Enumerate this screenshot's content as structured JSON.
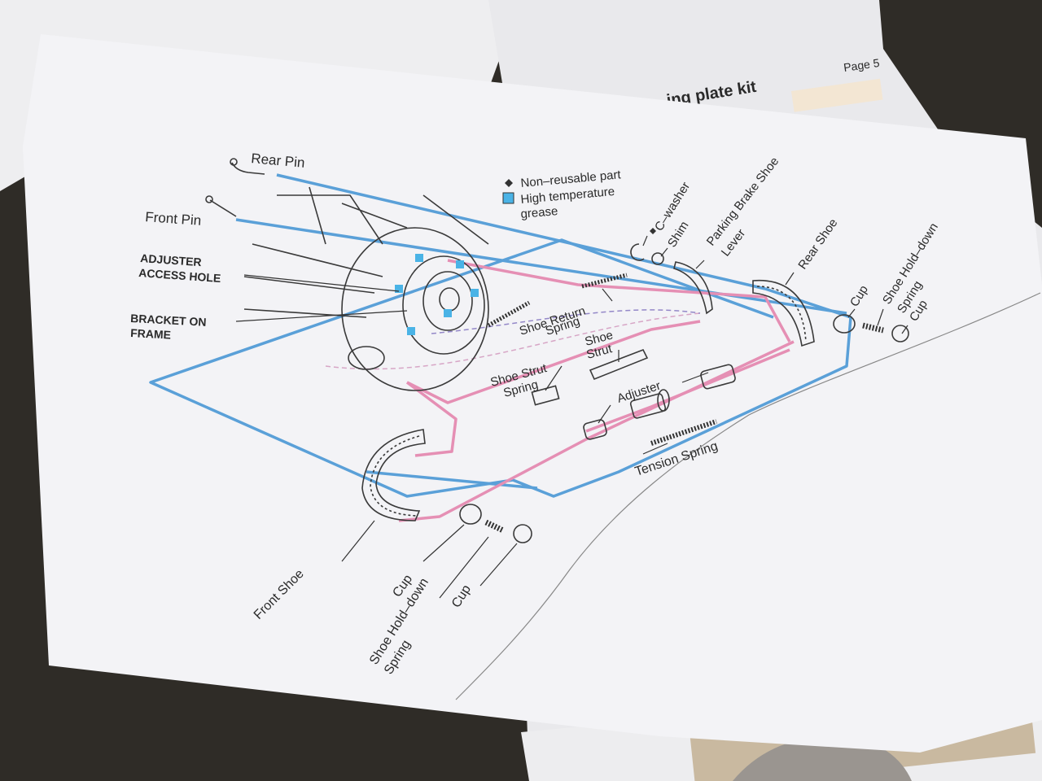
{
  "background_page": {
    "page_number": "Page 5",
    "title_fragment": "ing plate kit"
  },
  "legend": {
    "non_reusable": "Non–reusable part",
    "grease_line1": "High temperature",
    "grease_line2": "grease",
    "colors": {
      "blue": "#5aa0d8",
      "pink": "#e58fb4",
      "grease": "#4ab3e6"
    }
  },
  "labels": {
    "rear_pin": "Rear Pin",
    "front_pin": "Front Pin",
    "adjuster_access_1": "ADJUSTER",
    "adjuster_access_2": "ACCESS HOLE",
    "bracket_1": "BRACKET ON",
    "bracket_2": "FRAME",
    "shoe_return_1": "Shoe Return",
    "shoe_return_2": "Spring",
    "shoe_strut_spring_1": "Shoe Strut",
    "shoe_strut_spring_2": "Spring",
    "shoe_strut_1": "Shoe",
    "shoe_strut_2": "Strut",
    "adjuster": "Adjuster",
    "tension_spring": "Tension Spring",
    "c_washer": "C–washer",
    "shim": "Shim",
    "pb_lever_1": "Parking Brake Shoe",
    "pb_lever_2": "Lever",
    "rear_shoe": "Rear Shoe",
    "cup_right_1": "Cup",
    "hold_down_right_1": "Shoe Hold–down",
    "hold_down_right_2": "Spring",
    "cup_right_2": "Cup",
    "front_shoe": "Front Shoe",
    "cup_left_1": "Cup",
    "hold_down_left_1": "Shoe Hold–down",
    "hold_down_left_2": "Spring",
    "cup_left_2": "Cup"
  }
}
